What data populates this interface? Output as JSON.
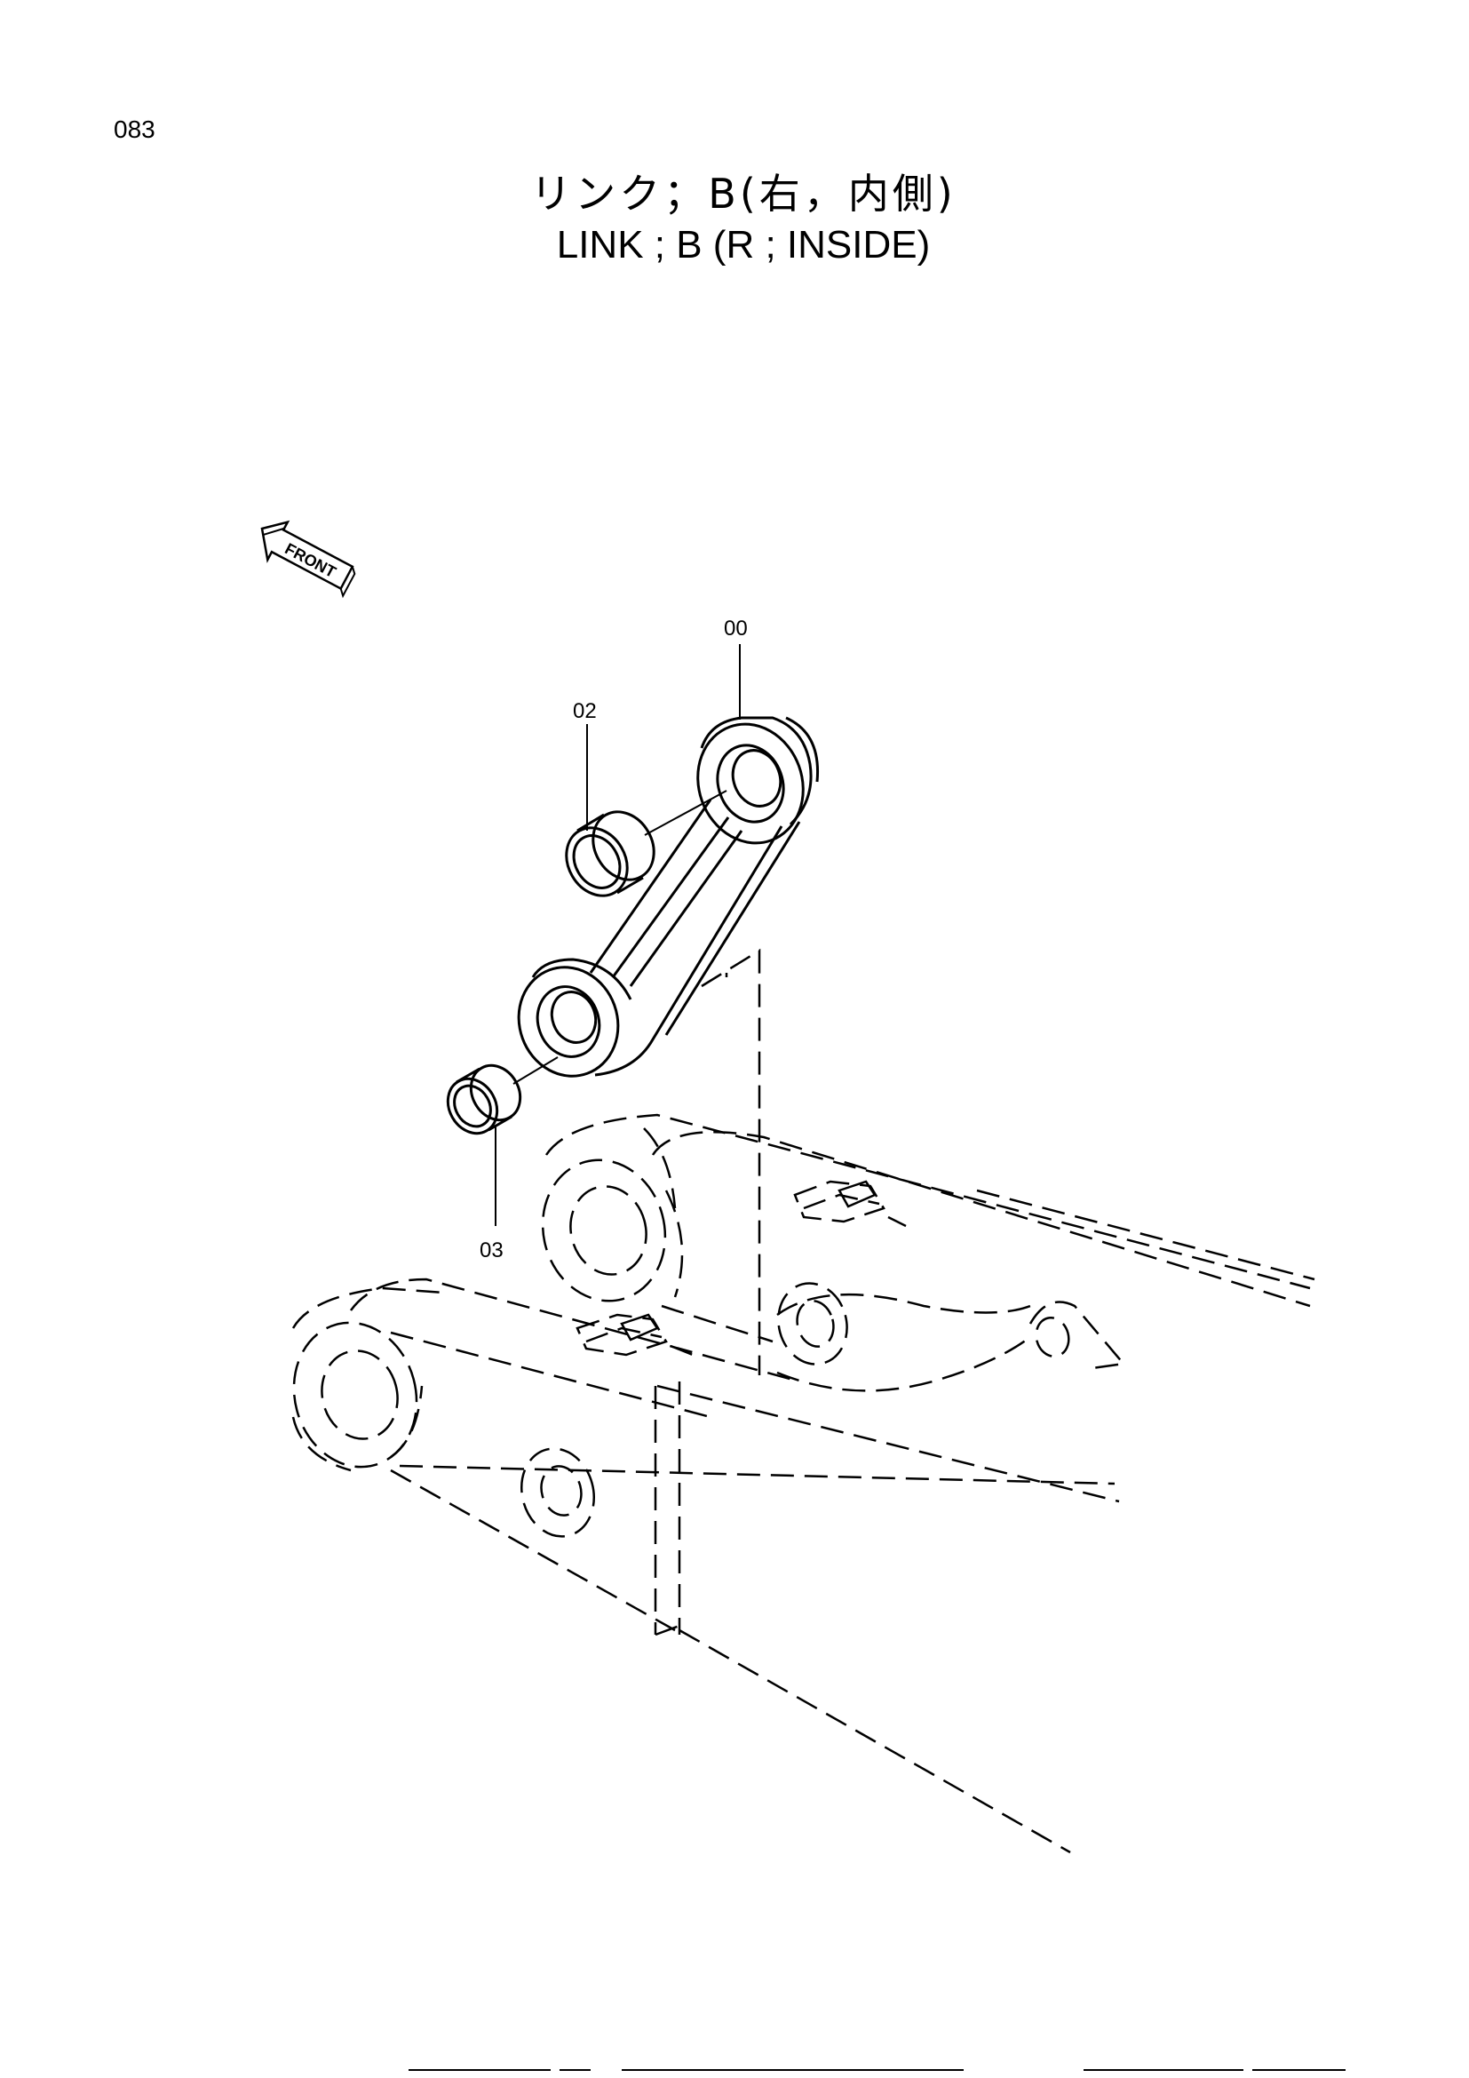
{
  "page": {
    "number": "083"
  },
  "title": {
    "japanese": "リンク；B(右，内側)",
    "english": "LINK ; B (R ; INSIDE)"
  },
  "diagram": {
    "front_indicator": "FRONT",
    "callouts": [
      {
        "label": "00",
        "part": "link"
      },
      {
        "label": "02",
        "part": "bushing-upper"
      },
      {
        "label": "03",
        "part": "bushing-lower"
      }
    ]
  }
}
